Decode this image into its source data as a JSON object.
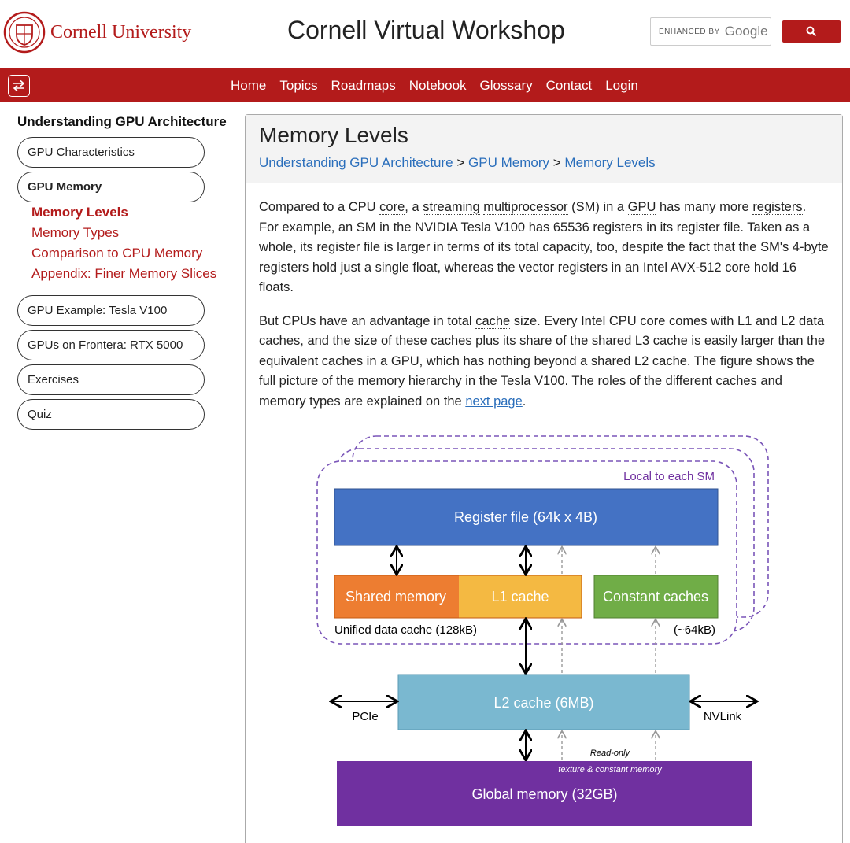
{
  "header": {
    "university": "Cornell University",
    "site_title": "Cornell Virtual Workshop",
    "search": {
      "enhanced_by": "ENHANCED BY",
      "provider": "Google"
    }
  },
  "nav": {
    "items": [
      "Home",
      "Topics",
      "Roadmaps",
      "Notebook",
      "Glossary",
      "Contact",
      "Login"
    ]
  },
  "sidebar": {
    "title": "Understanding GPU Architecture",
    "sections": [
      {
        "label": "GPU Characteristics"
      },
      {
        "label": "GPU Memory"
      },
      {
        "label": "GPU Example: Tesla V100"
      },
      {
        "label": "GPUs on Frontera: RTX 5000"
      },
      {
        "label": "Exercises"
      },
      {
        "label": "Quiz"
      }
    ],
    "sub_items": [
      "Memory Levels",
      "Memory Types",
      "Comparison to CPU Memory",
      "Appendix: Finer Memory Slices"
    ]
  },
  "main": {
    "title": "Memory Levels",
    "breadcrumb": [
      "Understanding GPU Architecture",
      "GPU Memory",
      "Memory Levels"
    ],
    "breadcrumb_sep": ">",
    "p1": {
      "a": "Compared to a CPU ",
      "core": "core",
      "b": ", a ",
      "sm1": "streaming",
      "sm2": "multiprocessor",
      "c": " (SM) in a ",
      "gpu": "GPU",
      "d": " has many more ",
      "registers": "registers",
      "e": ". For example, an SM in the NVIDIA Tesla V100 has 65536 registers in its register file. Taken as a whole, its register file is larger in terms of its total capacity, too, despite the fact that the SM's 4-byte registers hold just a single float, whereas the vector registers in an Intel ",
      "avx": "AVX-512",
      "f": " core hold 16 floats."
    },
    "p2": {
      "a": "But CPUs have an advantage in total ",
      "cache": "cache",
      "b": " size. Every Intel CPU core comes with L1 and L2 data caches, and the size of these caches plus its share of the shared L3 cache is easily larger than the equivalent caches in a GPU, which has nothing beyond a shared L2 cache. The figure shows the full picture of the memory hierarchy in the Tesla V100. The roles of the different caches and memory types are explained on the ",
      "link": "next page",
      "c": "."
    }
  },
  "diagram": {
    "local_label": "Local to each SM",
    "register_file": "Register file (64k x 4B)",
    "shared_memory": "Shared memory",
    "l1_cache": "L1 cache",
    "constant_caches": "Constant caches",
    "unified_label": "Unified data cache (128kB)",
    "const_size": "(~64kB)",
    "l2_cache": "L2 cache (6MB)",
    "pcie": "PCIe",
    "nvlink": "NVLink",
    "read_only": "Read-only",
    "tex_const": "texture & constant memory",
    "global_memory": "Global memory (32GB)",
    "colors": {
      "register": "#4472c4",
      "shared": "#ed7d31",
      "l1": "#f4b942",
      "constant": "#70ad47",
      "l2": "#7ab8d0",
      "global": "#7030a0",
      "dash": "#7a55b8",
      "brand": "#b31b1b"
    }
  }
}
